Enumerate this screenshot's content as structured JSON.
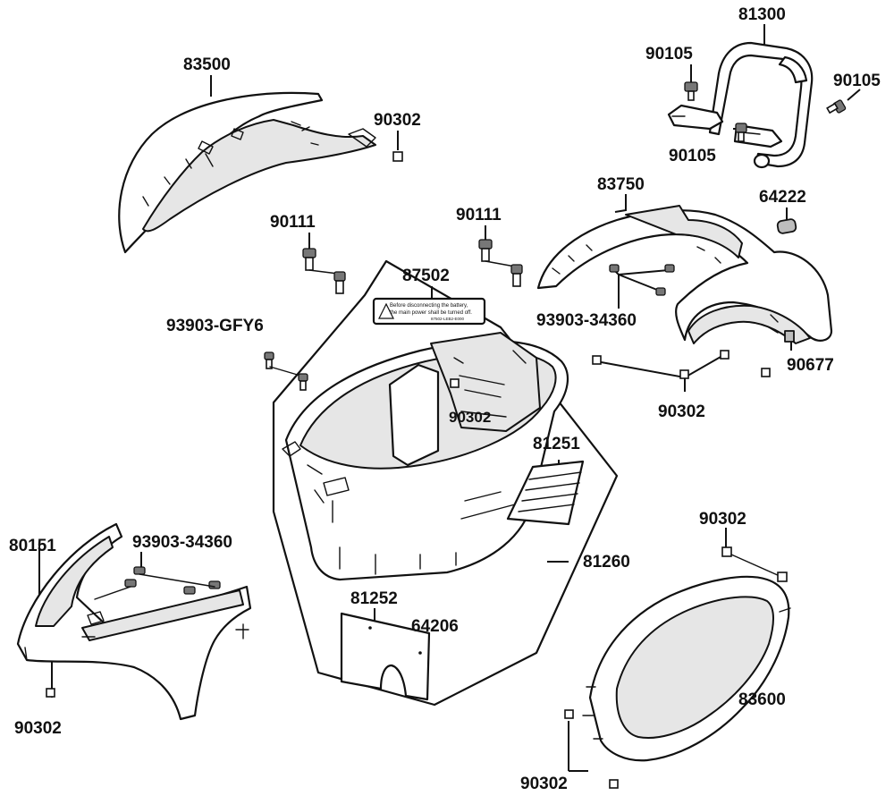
{
  "diagram": {
    "warning_label": {
      "line1": "Before disconnecting the battery,",
      "line2": "the main power shall be turned off.",
      "code": "87502-LEB2-E000"
    },
    "callouts": [
      {
        "id": "lbl-83500",
        "text": "83500"
      },
      {
        "id": "lbl-90302-a",
        "text": "90302"
      },
      {
        "id": "lbl-81300",
        "text": "81300"
      },
      {
        "id": "lbl-90105-a",
        "text": "90105"
      },
      {
        "id": "lbl-90105-b",
        "text": "90105"
      },
      {
        "id": "lbl-90105-c",
        "text": "90105"
      },
      {
        "id": "lbl-83750",
        "text": "83750"
      },
      {
        "id": "lbl-64222",
        "text": "64222"
      },
      {
        "id": "lbl-90111-a",
        "text": "90111"
      },
      {
        "id": "lbl-90111-b",
        "text": "90111"
      },
      {
        "id": "lbl-87502",
        "text": "87502"
      },
      {
        "id": "lbl-93903-gfy6",
        "text": "93903-GFY6"
      },
      {
        "id": "lbl-93903-34360-a",
        "text": "93903-34360"
      },
      {
        "id": "lbl-90677",
        "text": "90677"
      },
      {
        "id": "lbl-90302-b",
        "text": "90302"
      },
      {
        "id": "lbl-90302-c",
        "text": "90302"
      },
      {
        "id": "lbl-81251",
        "text": "81251"
      },
      {
        "id": "lbl-80151",
        "text": "80151"
      },
      {
        "id": "lbl-93903-34360-b",
        "text": "93903-34360"
      },
      {
        "id": "lbl-81260",
        "text": "81260"
      },
      {
        "id": "lbl-81252",
        "text": "81252"
      },
      {
        "id": "lbl-64206",
        "text": "64206"
      },
      {
        "id": "lbl-90302-d",
        "text": "90302"
      },
      {
        "id": "lbl-90302-e",
        "text": "90302"
      },
      {
        "id": "lbl-83600",
        "text": "83600"
      },
      {
        "id": "lbl-90302-f",
        "text": "90302"
      }
    ]
  }
}
